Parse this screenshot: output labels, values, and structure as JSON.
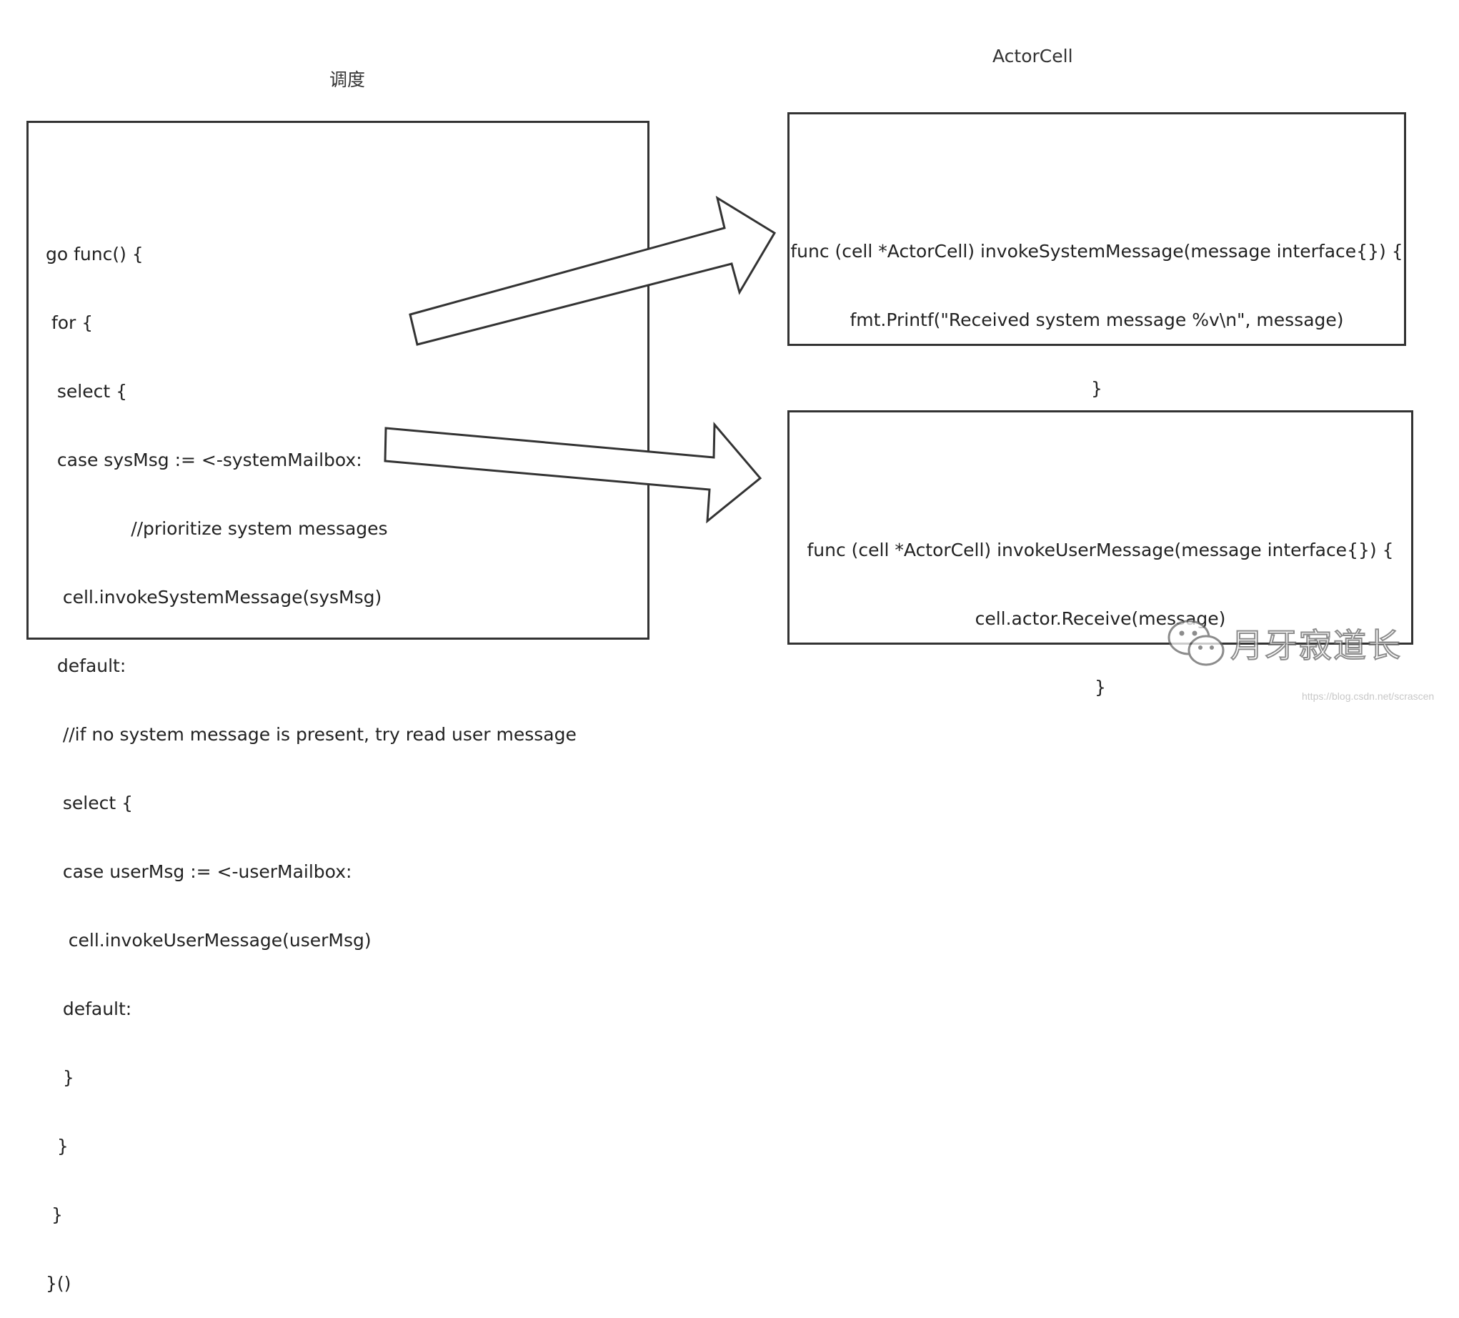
{
  "titles": {
    "scheduler": "调度",
    "actor_cell": "ActorCell"
  },
  "scheduler_code": [
    "go func() {",
    " for {",
    "  select {",
    "  case sysMsg := <-systemMailbox:",
    "               //prioritize system messages",
    "   cell.invokeSystemMessage(sysMsg)",
    "  default:",
    "   //if no system message is present, try read user message",
    "   select {",
    "   case userMsg := <-userMailbox:",
    "    cell.invokeUserMessage(userMsg)",
    "   default:",
    "   }",
    "  }",
    " }",
    "}()"
  ],
  "system_message_code": [
    "func (cell *ActorCell) invokeSystemMessage(message interface{}) {",
    "fmt.Printf(\"Received system message %v\\n\", message)",
    "}"
  ],
  "user_message_code": [
    "func (cell *ActorCell) invokeUserMessage(message interface{}) {",
    "cell.actor.Receive(message)",
    "}"
  ],
  "watermark": {
    "text": "月牙寂道长",
    "icon": "wechat-icon",
    "url": "https://blog.csdn.net/scrascen"
  },
  "colors": {
    "line": "#333333",
    "text": "#222222"
  }
}
